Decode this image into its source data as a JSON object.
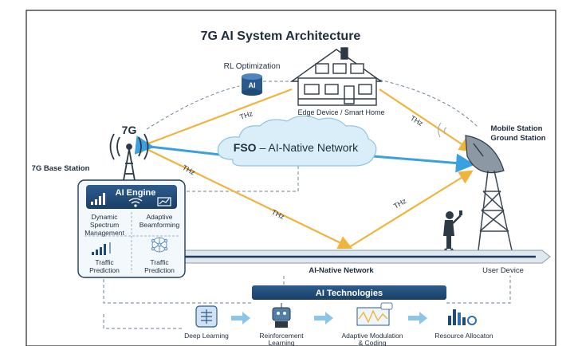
{
  "title": "7G AI System Architecture",
  "colors": {
    "navy": "#1f3c5a",
    "link_yellow": "#f0b43c",
    "fso_blue": "#3aa0e0",
    "dashed_gray": "#6b8299",
    "cloud_fill": "#d9eef9",
    "panel_fill": "#f3f8fc",
    "bar_fill": "#1f4a77"
  },
  "nodes": {
    "rl_optimization": {
      "label": "RL Optimization",
      "badge": "AI",
      "icon": "database-icon"
    },
    "edge_device": {
      "label": "Edge Device / Smart Home",
      "icon": "house-icon"
    },
    "base_station": {
      "badge": "7G",
      "label": "7G Base Station",
      "icon": "radio-tower-icon"
    },
    "mobile_station": {
      "label_line1": "Mobile Station",
      "label_line2": "Ground Station",
      "icon": "satellite-dish-icon"
    },
    "user_device": {
      "label": "User Device",
      "icon": "person-with-phone-icon"
    }
  },
  "links": {
    "thz_label": "THz",
    "fso_strong": "FSO",
    "fso_rest": " – AI-Native Network"
  },
  "ai_engine": {
    "title": "AI Engine",
    "items": [
      {
        "line1": "Dynamic",
        "line2": "Spectrum",
        "line3": "Management",
        "icon": "signal-bars-icon"
      },
      {
        "line1": "Adaptive",
        "line2": "Beamforming",
        "line3": "",
        "icon": "neural-network-icon"
      },
      {
        "line1": "Traffic",
        "line2": "Prediction",
        "line3": "",
        "icon": "bar-chart-icon"
      },
      {
        "line1": "Traffic",
        "line2": "Prediction",
        "line3": "",
        "icon": "network-mesh-icon"
      }
    ]
  },
  "network_bar_label": "AI-Native Network",
  "ai_technologies": {
    "title": "AI Technologies",
    "steps": [
      {
        "line1": "Deep Learning",
        "line2": "",
        "icon": "brain-chip-icon"
      },
      {
        "line1": "Reinforcement",
        "line2": "Learning",
        "icon": "robot-icon"
      },
      {
        "line1": "Adaptive Modulation",
        "line2": "& Coding",
        "icon": "waveform-icon"
      },
      {
        "line1": "Resource Allocaton",
        "line2": "",
        "icon": "resource-chart-icon"
      }
    ]
  }
}
